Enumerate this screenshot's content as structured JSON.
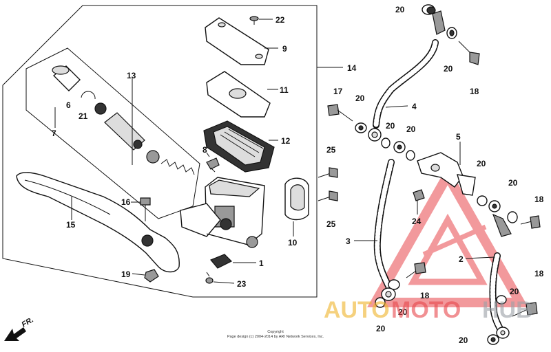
{
  "callouts": {
    "n1": "1",
    "n2": "2",
    "n3": "3",
    "n4": "4",
    "n5": "5",
    "n6": "6",
    "n7": "7",
    "n8": "8",
    "n9": "9",
    "n10": "10",
    "n11": "11",
    "n12": "12",
    "n13": "13",
    "n14": "14",
    "n15": "15",
    "n16": "16",
    "n17": "17",
    "n18": "18",
    "n19": "19",
    "n20": "20",
    "n21": "21",
    "n22": "22",
    "n23": "23",
    "n24": "24",
    "n25": "25"
  },
  "watermark": {
    "part1": "AUTO",
    "part2": "MOTO",
    "part3": "HUB",
    "accent": "#e8474c",
    "gold": "#f0b429",
    "grey": "#9aa0a6"
  },
  "direction_label": "FR.",
  "copyright": {
    "line1": "Copyright",
    "line2": "Page design (c) 2004-2014 by ARI Network Services, Inc."
  }
}
